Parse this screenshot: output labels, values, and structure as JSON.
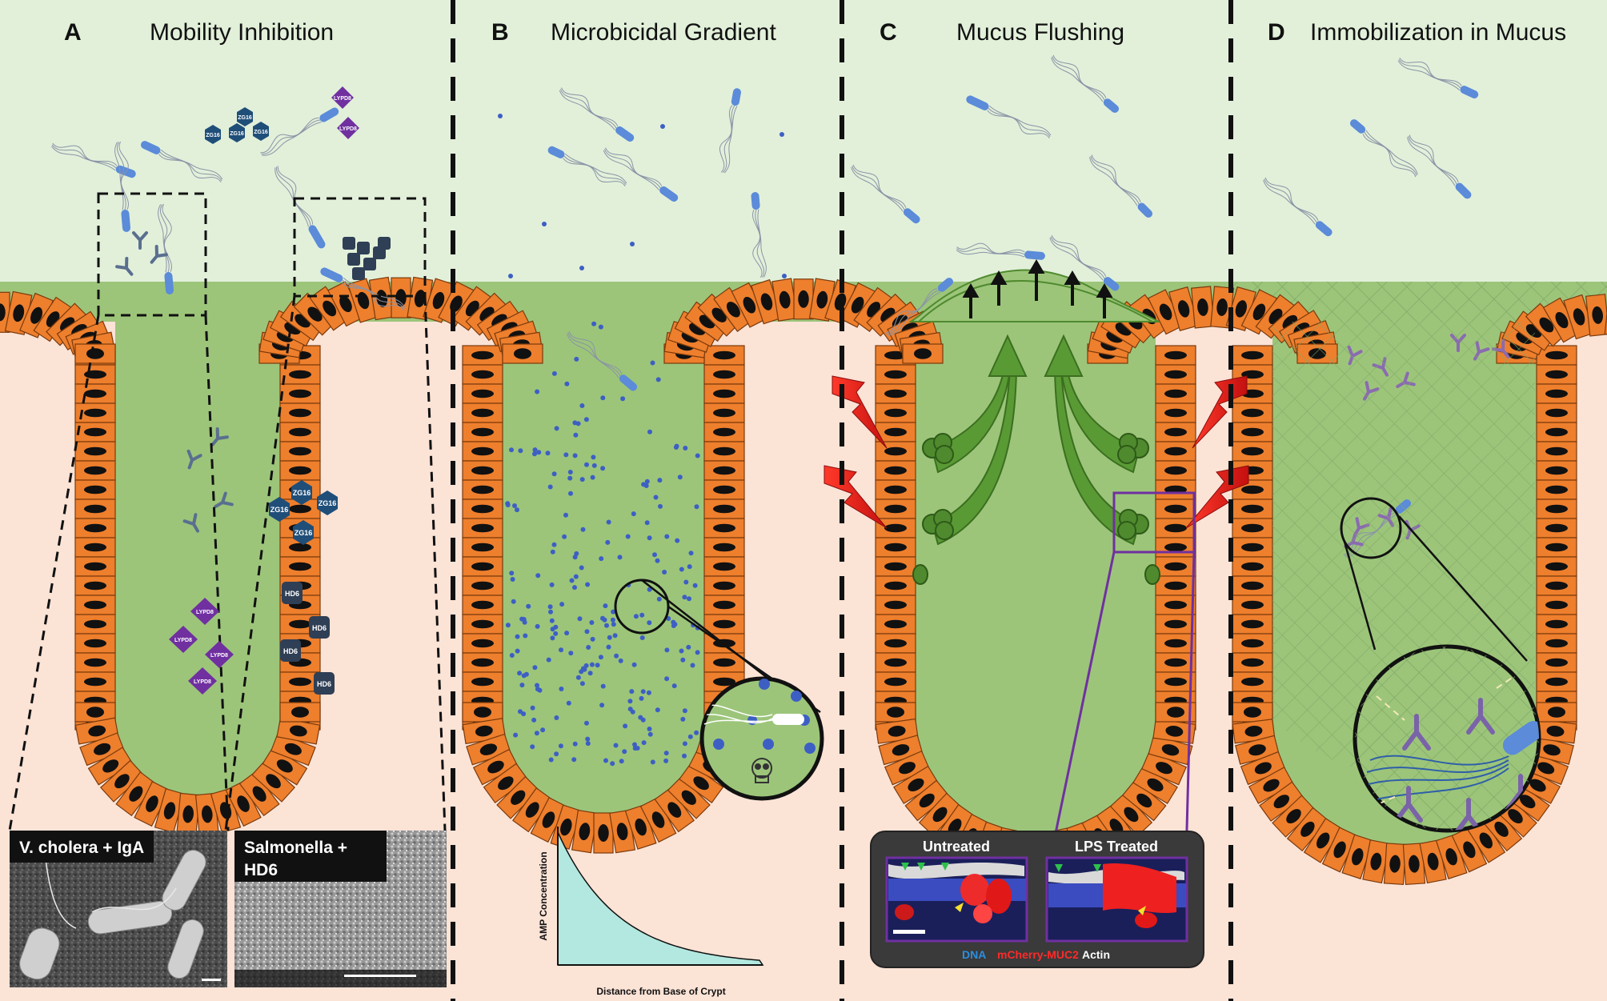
{
  "panels": [
    {
      "letter": "A",
      "title": "Mobility Inhibition"
    },
    {
      "letter": "B",
      "title": "Microbicidal Gradient"
    },
    {
      "letter": "C",
      "title": "Mucus Flushing"
    },
    {
      "letter": "D",
      "title": "Immobilization in Mucus"
    }
  ],
  "molecules": {
    "zg16": "ZG16",
    "lypd8": "LYPD8",
    "hd6": "HD6"
  },
  "photos": {
    "left_label": "V. cholera + IgA",
    "right_label_line1": "Salmonella +",
    "right_label_line2": "HD6"
  },
  "gradient_plot": {
    "ylabel": "AMP Concentration",
    "xlabel": "Distance from Base of Crypt"
  },
  "micrograph": {
    "untreated": "Untreated",
    "treated": "LPS Treated",
    "legend_dna": "DNA",
    "legend_muc2": "mCherry-MUC2",
    "legend_actin": "Actin"
  },
  "colors": {
    "lumen": "#e2f0da",
    "mucus": "#9cc57a",
    "tissue": "#fbe3d6",
    "epithelium": "#ee7f2d",
    "bacteria": "#5b8bd9",
    "amp_dots": "#3d5fc4",
    "zg16": "#1f4e79",
    "lypd8": "#7030a0",
    "hd6": "#2f3f55",
    "gradient_fill": "#b2e8df",
    "arrow_green": "#4f8a2e",
    "lightning": "#e8201a",
    "micrograph_frame": "#7030a0"
  }
}
